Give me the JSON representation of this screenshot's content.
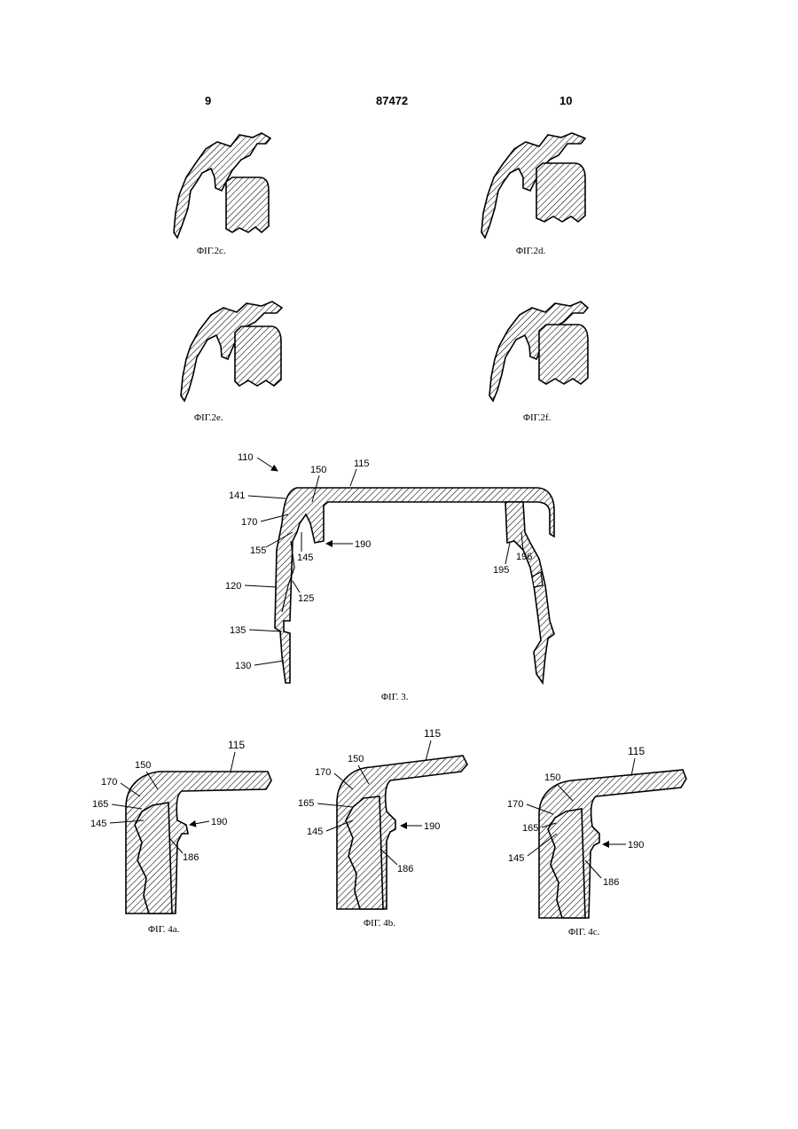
{
  "header": {
    "left_page": "9",
    "doc_number": "87472",
    "right_page": "10"
  },
  "fig2": {
    "c": {
      "caption": "ΦΙΓ.2c."
    },
    "d": {
      "caption": "ΦΙΓ.2d."
    },
    "e": {
      "caption": "ΦΙΓ.2e."
    },
    "f": {
      "caption": "ΦΙΓ.2f."
    }
  },
  "fig3": {
    "caption": "ΦΙΓ. 3.",
    "labels": {
      "l110": "110",
      "l115": "115",
      "l150": "150",
      "l141": "141",
      "l170": "170",
      "l155": "155",
      "l145": "145",
      "l190": "190",
      "l195": "195",
      "l196": "196",
      "l120": "120",
      "l125": "125",
      "l135": "135",
      "l130": "130"
    }
  },
  "fig4": {
    "a": {
      "caption": "ΦΙΓ. 4a.",
      "labels": {
        "l115": "115",
        "l150": "150",
        "l170": "170",
        "l165": "165",
        "l145": "145",
        "l190": "190",
        "l186": "186"
      }
    },
    "b": {
      "caption": "ΦΙΓ. 4b.",
      "labels": {
        "l115": "115",
        "l150": "150",
        "l170": "170",
        "l165": "165",
        "l145": "145",
        "l190": "190",
        "l186": "186"
      }
    },
    "c": {
      "caption": "ΦΙΓ. 4c.",
      "labels": {
        "l115": "115",
        "l150": "150",
        "l170": "170",
        "l165": "165",
        "l145": "145",
        "l190": "190",
        "l186": "186"
      }
    }
  }
}
